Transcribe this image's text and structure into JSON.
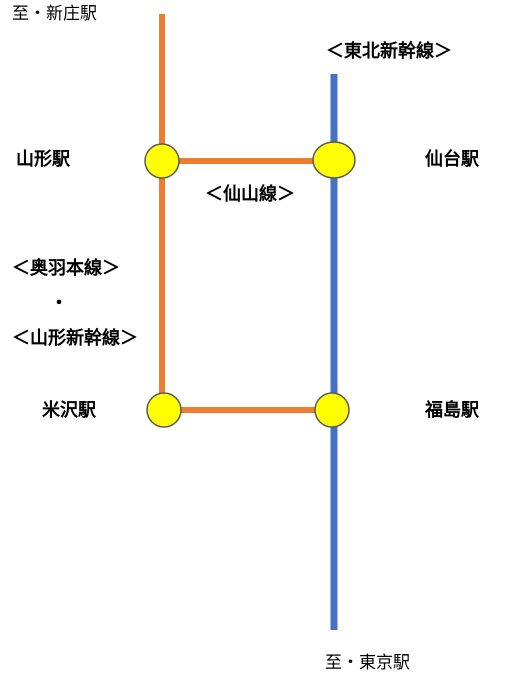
{
  "colors": {
    "background": "#ffffff",
    "conventional_line": "#ed7d31",
    "shinkansen_line": "#4472c4",
    "station_fill": "#ffff00",
    "station_stroke": "#595959",
    "text": "#000000"
  },
  "directions": {
    "to_shinjo": "至・新庄駅",
    "to_tokyo": "至・東京駅"
  },
  "lines": {
    "tohoku_shinkansen": "＜東北新幹線＞",
    "senzan": "＜仙山線＞",
    "ou_main_line": "＜奥羽本線＞",
    "separator": "・",
    "yamagata_shinkansen": "＜山形新幹線＞"
  },
  "stations": {
    "yamagata": "山形駅",
    "sendai": "仙台駅",
    "yonezawa": "米沢駅",
    "fukushima": "福島駅"
  }
}
